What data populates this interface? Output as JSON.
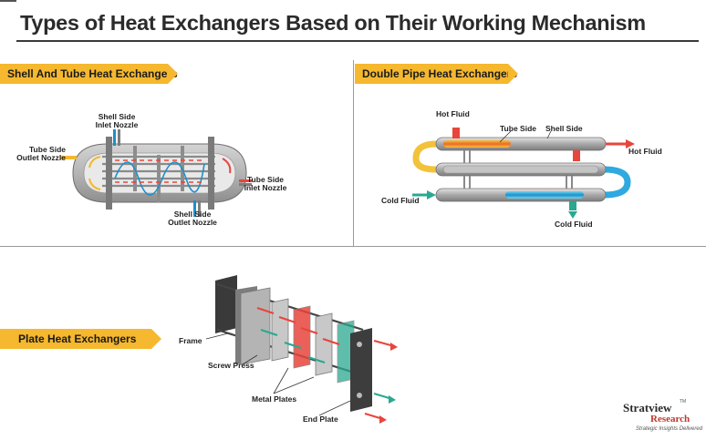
{
  "title": "Types of Heat Exchangers Based on Their Working Mechanism",
  "sections": {
    "shell_tube": {
      "heading": "Shell And Tube Heat Exchangers",
      "labels": {
        "shell_inlet": "Shell Side\nInlet Nozzle",
        "tube_outlet": "Tube Side\nOutlet Nozzle",
        "tube_inlet": "Tube Side\nInlet Nozzle",
        "shell_outlet": "Shell Side\nOutlet Nozzle"
      }
    },
    "double_pipe": {
      "heading": "Double Pipe Heat Exchangers",
      "labels": {
        "hot_in": "Hot Fluid",
        "tube_side": "Tube Side",
        "shell_side": "Shell Side",
        "hot_out": "Hot Fluid",
        "cold_in": "Cold Fluid",
        "cold_out": "Cold Fluid"
      }
    },
    "plate": {
      "heading": "Plate Heat Exchangers",
      "labels": {
        "frame": "Frame",
        "screw_press": "Screw Press",
        "metal_plates": "Metal Plates",
        "end_plate": "End Plate"
      }
    }
  },
  "logo": {
    "name": "Stratview",
    "tm": "TM",
    "sub": "Research",
    "tagline": "Strategic Insights Delivered"
  },
  "colors": {
    "accent": "#f5b82e",
    "hot": "#e8453c",
    "cold": "#2aa891",
    "metal": "#a9a9a9"
  }
}
